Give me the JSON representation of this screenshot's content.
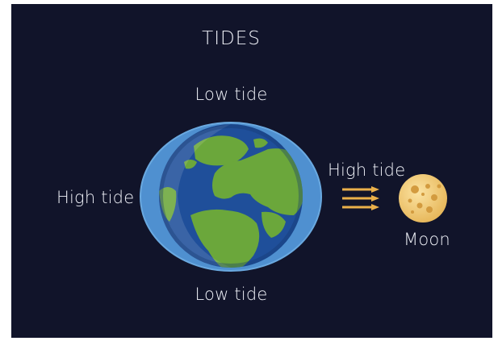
{
  "title": "TIDES",
  "labels": {
    "low_tide_top": "Low tide",
    "low_tide_bottom": "Low tide",
    "high_tide_left": "High tide",
    "high_tide_right": "High tide",
    "moon": "Moon"
  },
  "colors": {
    "background": "#11142a",
    "water_bulge": "#4f90d0",
    "ocean": "#1f4f9a",
    "land": "#6ba73b",
    "moon": "#f2cb73",
    "arrows": "#eab04a",
    "text": "#eef0f7"
  },
  "icons": {
    "earth": "earth-icon",
    "moon": "moon-icon",
    "gravity_arrows": "arrow-right-icon"
  }
}
